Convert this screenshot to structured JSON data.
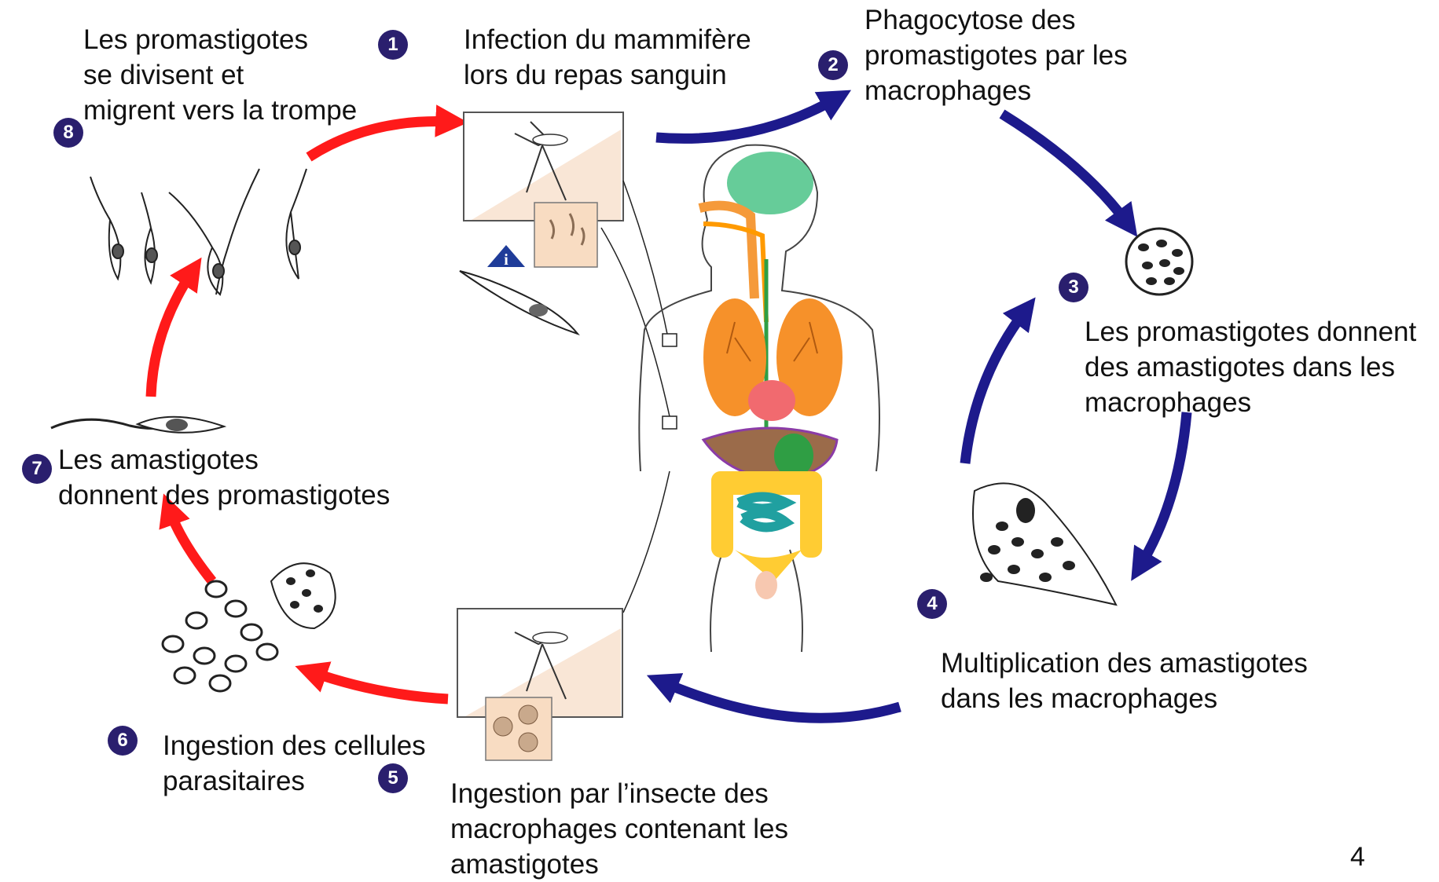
{
  "page_number": "4",
  "colors": {
    "infection_arrow": "#1d1a8c",
    "insect_arrow": "#ff1a1a",
    "badge": "#2a1f6e"
  },
  "icons": {
    "info": "info-triangle-icon"
  },
  "steps": [
    {
      "number": "1",
      "text": "Infection du mammifère\nlors du repas sanguin"
    },
    {
      "number": "2",
      "text": "Phagocytose des\npromastigotes par les\nmacrophages"
    },
    {
      "number": "3",
      "text": "Les promastigotes donnent\ndes amastigotes dans les\nmacrophages"
    },
    {
      "number": "4",
      "text": "Multiplication des amastigotes\ndans les macrophages"
    },
    {
      "number": "5",
      "text": "Ingestion par l’insecte des\nmacrophages contenant les\namastigotes"
    },
    {
      "number": "6",
      "text": "Ingestion des cellules\nparasitaires"
    },
    {
      "number": "7",
      "text": "Les amastigotes\ndonnent des promastigotes"
    },
    {
      "number": "8",
      "text": "Les promastigotes\nse divisent et\nmigrent vers la trompe"
    }
  ]
}
